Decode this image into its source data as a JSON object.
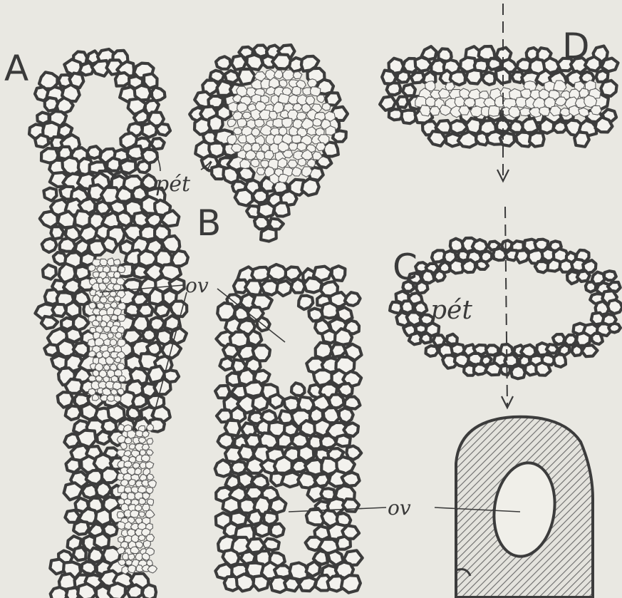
{
  "figure": {
    "panel_labels": {
      "A": "A",
      "B": "B",
      "C": "C",
      "D": "D"
    },
    "annotations": {
      "pet_top": "pét",
      "pet_center": "pét",
      "ov_middle": "ov",
      "ov_bottom": "ov"
    },
    "colors": {
      "background": "#e9e8e2",
      "ink": "#3c3c3c",
      "cell_fill": "#f3f2ee",
      "hatch": "#8a8a8a"
    }
  }
}
